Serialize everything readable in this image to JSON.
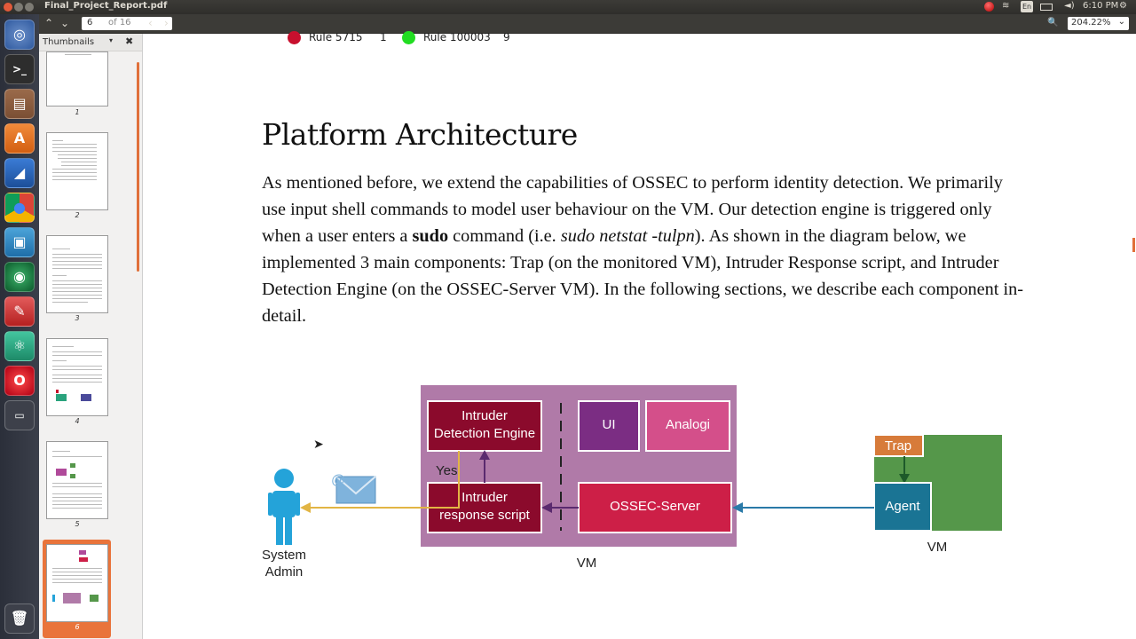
{
  "window": {
    "title": "Final_Project_Report.pdf",
    "keyboard_layout": "En",
    "clock": "6:10 PM",
    "icons": [
      "close-icon",
      "minimize-icon",
      "maximize-icon",
      "wifi-icon",
      "battery-icon",
      "volume-icon",
      "gear-icon"
    ]
  },
  "toolbar": {
    "up_icon": "⌃",
    "down_icon": "⌄",
    "page_current": "6",
    "page_of": "of 16",
    "prev_icon": "‹",
    "next_icon": "›",
    "search_icon": "🔍",
    "zoom": "204.22%",
    "zoom_caret": "⌄"
  },
  "launcher": {
    "apps": [
      "dash-icon",
      "terminal-icon",
      "files-icon",
      "software-center-icon",
      "wireshark-icon",
      "chrome-icon",
      "image-viewer-icon",
      "globe-icon",
      "document-viewer-icon",
      "atom-icon",
      "opera-icon",
      "workspace-icon",
      "trash-icon"
    ]
  },
  "thumbnails": {
    "title": "Thumbnails",
    "caret": "▾",
    "close": "✖",
    "pages": [
      "1",
      "2",
      "3",
      "4",
      "5",
      "6"
    ],
    "selected": "6"
  },
  "legend": {
    "items": [
      {
        "label": "Rule 5715",
        "count": "1",
        "color": "#c8102e"
      },
      {
        "label": "Rule 100003",
        "count": "9",
        "color": "#22dd22"
      }
    ]
  },
  "document": {
    "heading": "Platform Architecture",
    "para_1": "As mentioned before, we extend the capabilities of OSSEC to perform identity detection. We primarily use input shell commands to model user behaviour on the VM. Our detection engine is triggered only when a user enters a ",
    "para_bold": "sudo",
    "para_2": " command (i.e. ",
    "para_italic": "sudo netstat -tulpn",
    "para_3": "). As shown in the diagram below, we implemented 3 main components: Trap (on the monitored VM), Intruder Response script, and Intruder Detection Engine (on the OSSEC-Server VM). In the following sections, we describe each component in-detail."
  },
  "diagram": {
    "detection_engine_l1": "Intruder",
    "detection_engine_l2": "Detection Engine",
    "ui": "UI",
    "analogi": "Analogi",
    "yes": "Yes",
    "response_l1": "Intruder",
    "response_l2": "response script",
    "ossec_server": "OSSEC-Server",
    "server_vm": "VM",
    "trap": "Trap",
    "agent": "Agent",
    "client_vm": "VM",
    "admin_l1": "System",
    "admin_l2": "Admin",
    "email_at": "@",
    "colors": {
      "vm_box": "#b07aa8",
      "dark_red": "#8b0a2c",
      "purple": "#7b2d83",
      "pink": "#d44f8a",
      "server_red": "#cd1f47",
      "orange": "#d77b3a",
      "green": "#55974a",
      "teal": "#1a7494",
      "admin_blue": "#24a3d9",
      "yellow_line": "#e2b544"
    }
  }
}
